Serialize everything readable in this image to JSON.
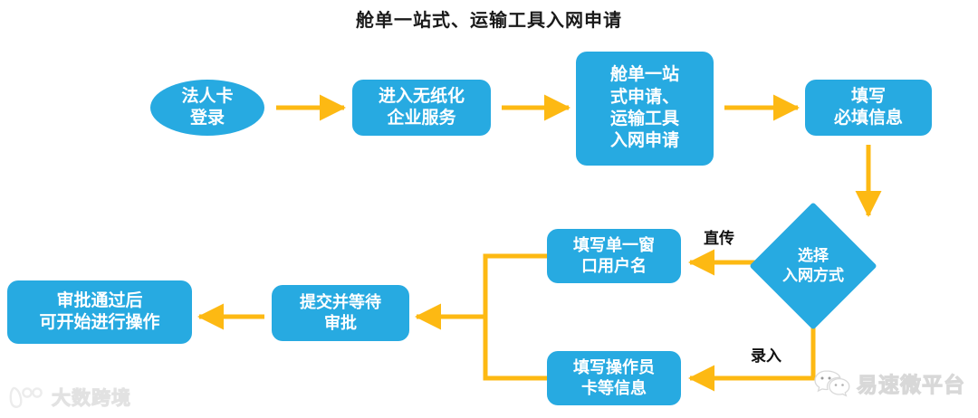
{
  "page": {
    "title": "舱单一站式、运输工具入网申请",
    "background_color": "#ffffff"
  },
  "theme": {
    "node_fill": "#27AAE1",
    "node_text": "#ffffff",
    "connector": "#FDB913",
    "title_text": "#1a1a1a",
    "label_text": "#111111"
  },
  "chart_data": {
    "type": "diagram",
    "diagram_type": "flowchart",
    "title": "舱单一站式、运输工具入网申请",
    "nodes": [
      {
        "id": "login",
        "label": "法人卡\n登录",
        "shape": "ellipse",
        "lines": [
          "法人卡",
          "登录"
        ]
      },
      {
        "id": "paperless",
        "label": "进入无纸化\n企业服务",
        "shape": "rounded-rect",
        "lines": [
          "进入无纸化",
          "企业服务"
        ]
      },
      {
        "id": "apply",
        "label": "舱单一站\n式申请、\n运输工具\n入网申请",
        "shape": "rounded-rect",
        "lines": [
          "舱单一站",
          "式申请、",
          "运输工具",
          "入网申请"
        ]
      },
      {
        "id": "fill_req",
        "label": "填写\n必填信息",
        "shape": "rounded-rect",
        "lines": [
          "填写",
          "必填信息"
        ]
      },
      {
        "id": "choose",
        "label": "选择\n入网方式",
        "shape": "diamond",
        "lines": [
          "选择",
          "入网方式"
        ]
      },
      {
        "id": "single_win",
        "label": "填写单一窗\n口用户名",
        "shape": "rounded-rect",
        "lines": [
          "填写单一窗",
          "口用户名"
        ]
      },
      {
        "id": "operator",
        "label": "填写操作员\n卡等信息",
        "shape": "rounded-rect",
        "lines": [
          "填写操作员",
          "卡等信息"
        ]
      },
      {
        "id": "submit",
        "label": "提交并等待\n审批",
        "shape": "rounded-rect",
        "lines": [
          "提交并等待",
          "审批"
        ]
      },
      {
        "id": "approved",
        "label": "审批通过后\n可开始进行操作",
        "shape": "rounded-rect",
        "lines": [
          "审批通过后",
          "可开始进行操作"
        ]
      }
    ],
    "edges": [
      {
        "from": "login",
        "to": "paperless",
        "label": "",
        "direction": "right"
      },
      {
        "from": "paperless",
        "to": "apply",
        "label": "",
        "direction": "right"
      },
      {
        "from": "apply",
        "to": "fill_req",
        "label": "",
        "direction": "right"
      },
      {
        "from": "fill_req",
        "to": "choose",
        "label": "",
        "direction": "down"
      },
      {
        "from": "choose",
        "to": "single_win",
        "label": "直传",
        "direction": "left"
      },
      {
        "from": "choose",
        "to": "operator",
        "label": "录入",
        "direction": "left-down"
      },
      {
        "from": "single_win",
        "to": "submit",
        "label": "",
        "direction": "merge-left"
      },
      {
        "from": "operator",
        "to": "submit",
        "label": "",
        "direction": "merge-left"
      },
      {
        "from": "submit",
        "to": "approved",
        "label": "",
        "direction": "left"
      }
    ]
  },
  "nodes": {
    "login": {
      "line1": "法人卡",
      "line2": "登录"
    },
    "paperless": {
      "line1": "进入无纸化",
      "line2": "企业服务"
    },
    "apply": {
      "line1": "舱单一站",
      "line2": "式申请、",
      "line3": "运输工具",
      "line4": "入网申请"
    },
    "fill_req": {
      "line1": "填写",
      "line2": "必填信息"
    },
    "choose": {
      "line1": "选择",
      "line2": "入网方式"
    },
    "single_win": {
      "line1": "填写单一窗",
      "line2": "口用户名"
    },
    "operator": {
      "line1": "填写操作员",
      "line2": "卡等信息"
    },
    "submit": {
      "line1": "提交并等待",
      "line2": "审批"
    },
    "approved": {
      "line1": "审批通过后",
      "line2": "可开始进行操作"
    }
  },
  "edge_labels": {
    "direct": "直传",
    "entry": "录入"
  },
  "watermarks": {
    "left": {
      "text": "大数跨境",
      "icon": "paw-logo-icon"
    },
    "right": {
      "text": "易速微平台",
      "icon": "wechat-icon"
    }
  }
}
